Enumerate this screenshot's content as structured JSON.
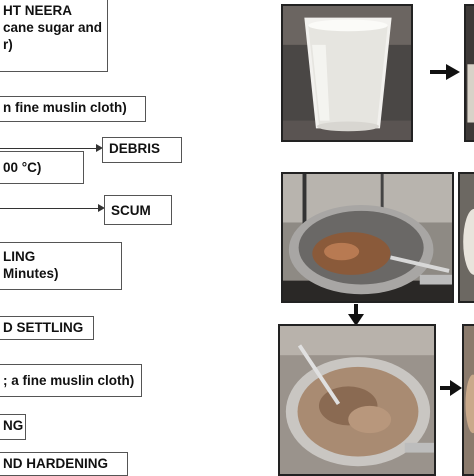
{
  "flow": {
    "step1": {
      "line1": "HT NEERA",
      "line2": "cane sugar and",
      "line3": "r)"
    },
    "step2": "n fine muslin cloth)",
    "debris": "DEBRIS",
    "step3": "00 °C)",
    "scum": "SCUM",
    "step4": {
      "line1": "LING",
      "line2": "Minutes)"
    },
    "step5": "D SETTLING",
    "step6": "; a fine muslin cloth)",
    "step7": "NG",
    "step8": "ND HARDENING"
  },
  "photos": [
    {
      "subject": "glass-of-neera"
    },
    {
      "subject": "boiling-in-kadai"
    },
    {
      "subject": "thickened-jaggery-paste"
    }
  ],
  "colors": {
    "box_border": "#555555",
    "arrow": "#333333"
  }
}
